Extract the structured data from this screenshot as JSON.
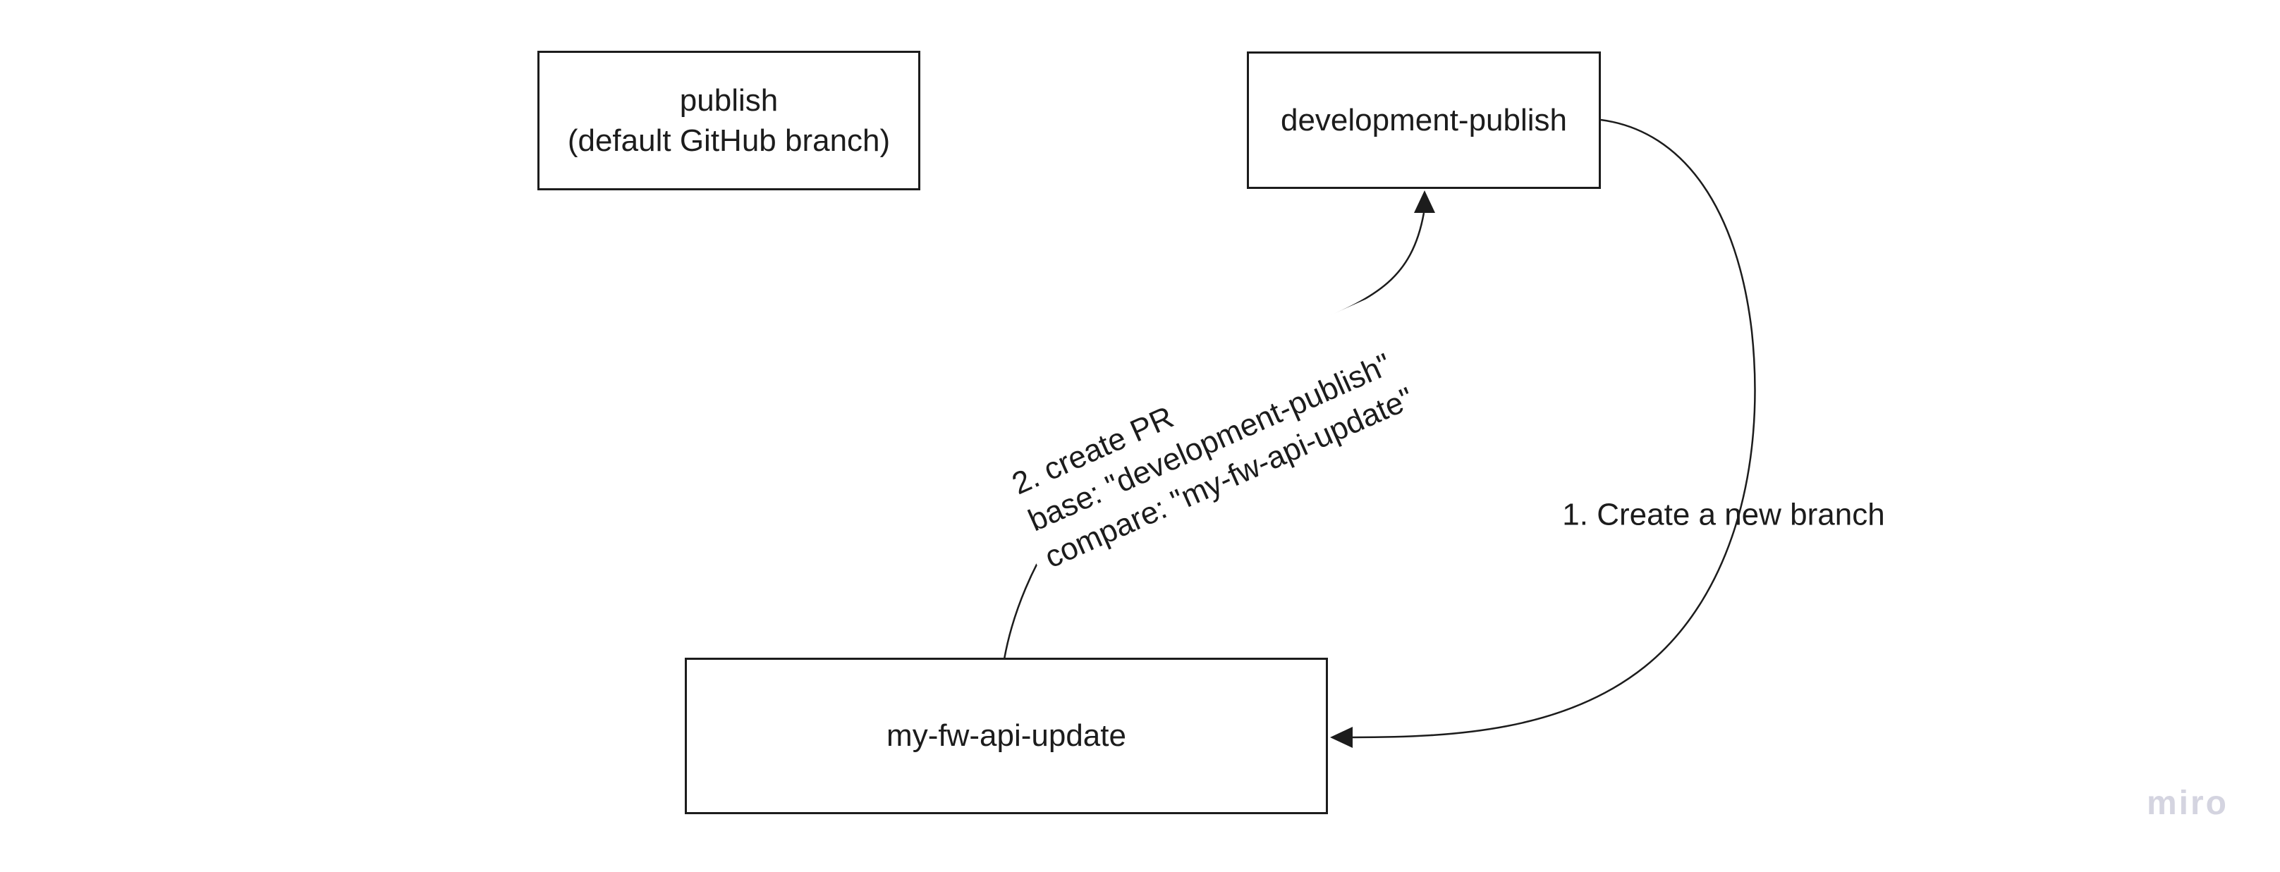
{
  "board": {
    "watermark": "miro",
    "colors": {
      "background": "#ffffff",
      "stroke": "#1c1c1c",
      "text": "#1c1c1c",
      "watermark": "#d4d4e0"
    },
    "nodes": [
      {
        "label": "publish",
        "sublabel": "(default GitHub branch)"
      },
      {
        "label": "development-publish"
      },
      {
        "label": "my-fw-api-update"
      }
    ],
    "edges": [
      {
        "label": "1. Create a new branch",
        "from": "development-publish",
        "to": "my-fw-api-update"
      },
      {
        "from": "my-fw-api-update",
        "to": "development-publish",
        "lines": [
          "2. create PR",
          "base: \"development-publish\"",
          "compare: \"my-fw-api-update\""
        ]
      }
    ]
  }
}
